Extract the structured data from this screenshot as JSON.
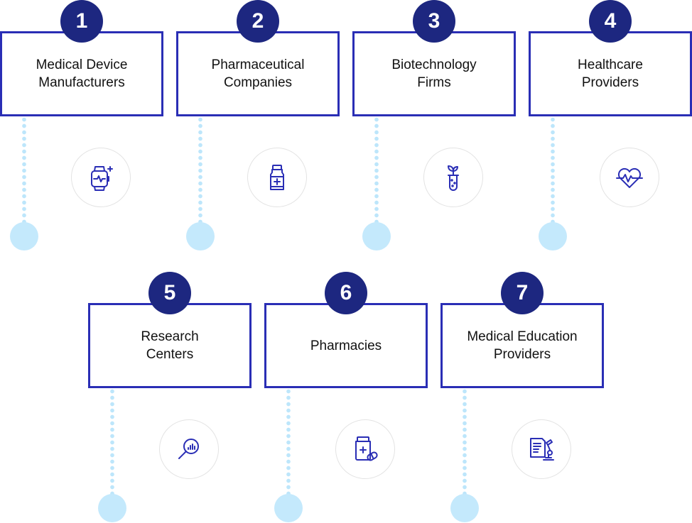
{
  "steps": [
    {
      "number": "1",
      "label": "Medical Device\nManufacturers",
      "icon": "smartwatch-icon"
    },
    {
      "number": "2",
      "label": "Pharmaceutical\nCompanies",
      "icon": "medicine-bottle-icon"
    },
    {
      "number": "3",
      "label": "Biotechnology\nFirms",
      "icon": "test-tube-plant-icon"
    },
    {
      "number": "4",
      "label": "Healthcare\nProviders",
      "icon": "heartbeat-icon"
    },
    {
      "number": "5",
      "label": "Research\nCenters",
      "icon": "magnifier-chart-icon"
    },
    {
      "number": "6",
      "label": "Pharmacies",
      "icon": "pills-bottle-icon"
    },
    {
      "number": "7",
      "label": "Medical Education\nProviders",
      "icon": "microscope-document-icon"
    }
  ],
  "colors": {
    "accent": "#2a2eb5",
    "badge": "#1d2780",
    "connector": "#c4e9fc"
  }
}
